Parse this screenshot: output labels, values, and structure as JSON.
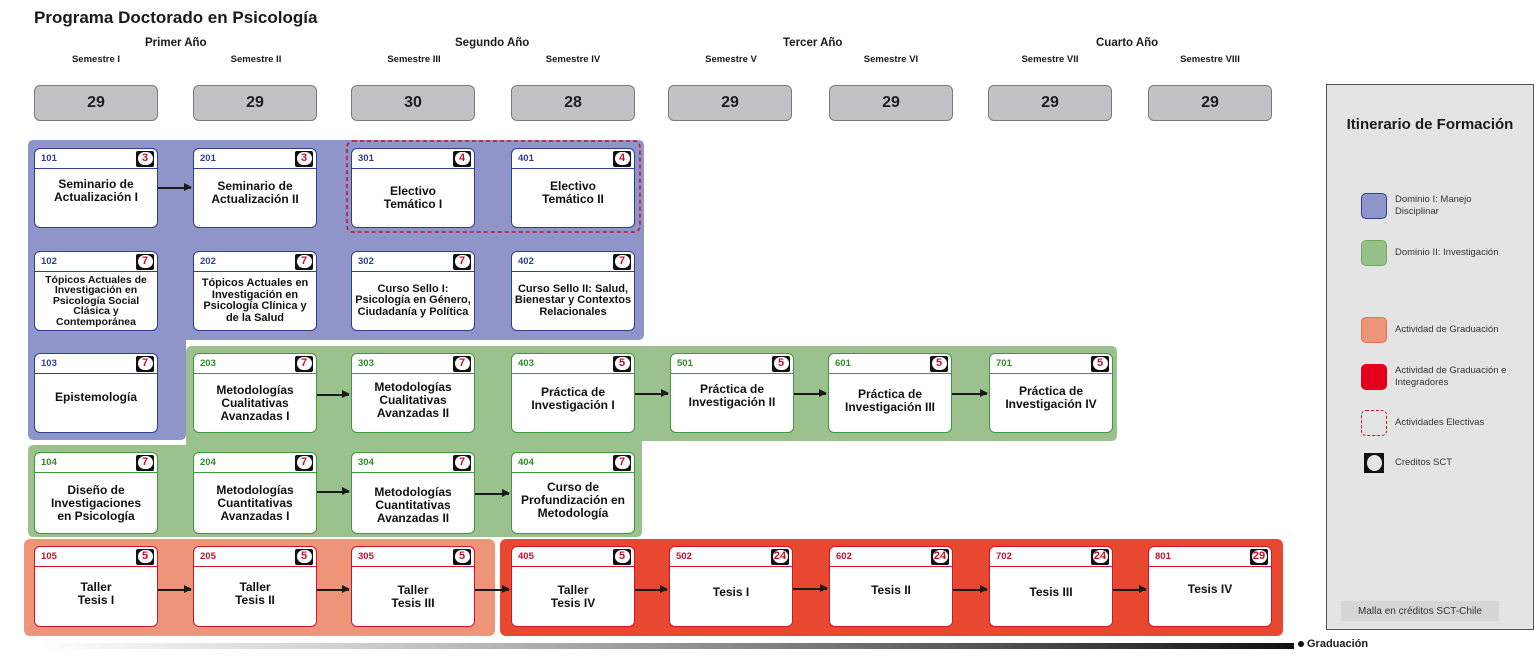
{
  "title": "Programa Doctorado en Psicología",
  "years": [
    {
      "label": "Primer Año"
    },
    {
      "label": "Segundo Año"
    },
    {
      "label": "Tercer Año"
    },
    {
      "label": "Cuarto Año"
    }
  ],
  "semesters": [
    {
      "label": "Semestre I",
      "credits": "29"
    },
    {
      "label": "Semestre II",
      "credits": "29"
    },
    {
      "label": "Semestre III",
      "credits": "30"
    },
    {
      "label": "Semestre IV",
      "credits": "28"
    },
    {
      "label": "Semestre V",
      "credits": "29"
    },
    {
      "label": "Semestre VI",
      "credits": "29"
    },
    {
      "label": "Semestre VII",
      "credits": "29"
    },
    {
      "label": "Semestre VIII",
      "credits": "29"
    }
  ],
  "courses": [
    {
      "code": "101",
      "credits": "3",
      "name": "Seminario de Actualización I",
      "domain": "Dominio I"
    },
    {
      "code": "201",
      "credits": "3",
      "name": "Seminario de Actualización II",
      "domain": "Dominio I"
    },
    {
      "code": "301",
      "credits": "4",
      "name": "Electivo Temático I",
      "domain": "Dominio I",
      "elective": true
    },
    {
      "code": "401",
      "credits": "4",
      "name": "Electivo Temático II",
      "domain": "Dominio I",
      "elective": true
    },
    {
      "code": "102",
      "credits": "7",
      "name": "Tópicos Actuales de Investigación en Psicología Social Clásica y Contemporánea",
      "domain": "Dominio I"
    },
    {
      "code": "202",
      "credits": "7",
      "name": "Tópicos Actuales en Investigación en Psicología Clínica y de la Salud",
      "domain": "Dominio I"
    },
    {
      "code": "302",
      "credits": "7",
      "name": "Curso Sello I: Psicología en Género, Ciudadanía y Política",
      "domain": "Dominio I"
    },
    {
      "code": "402",
      "credits": "7",
      "name": "Curso Sello II: Salud, Bienestar y Contextos Relacionales",
      "domain": "Dominio I"
    },
    {
      "code": "103",
      "credits": "7",
      "name": "Epistemología",
      "domain": "Dominio I"
    },
    {
      "code": "203",
      "credits": "7",
      "name": "Metodologías Cualitativas Avanzadas I",
      "domain": "Dominio II"
    },
    {
      "code": "303",
      "credits": "7",
      "name": "Metodologías Cualitativas Avanzadas II",
      "domain": "Dominio II"
    },
    {
      "code": "403",
      "credits": "5",
      "name": "Práctica de Investigación I",
      "domain": "Dominio II"
    },
    {
      "code": "501",
      "credits": "5",
      "name": "Práctica de Investigación II",
      "domain": "Dominio II"
    },
    {
      "code": "601",
      "credits": "5",
      "name": "Práctica de Investigación III",
      "domain": "Dominio II"
    },
    {
      "code": "701",
      "credits": "5",
      "name": "Práctica de Investigación IV",
      "domain": "Dominio II"
    },
    {
      "code": "104",
      "credits": "7",
      "name": "Diseño de Investigaciones en Psicología",
      "domain": "Dominio II"
    },
    {
      "code": "204",
      "credits": "7",
      "name": "Metodologías Cuantitativas Avanzadas I",
      "domain": "Dominio II"
    },
    {
      "code": "304",
      "credits": "7",
      "name": "Metodologías Cuantitativas Avanzadas II",
      "domain": "Dominio II"
    },
    {
      "code": "404",
      "credits": "7",
      "name": "Curso de Profundización en Metodología",
      "domain": "Dominio II"
    },
    {
      "code": "105",
      "credits": "5",
      "name": "Taller Tesis I",
      "domain": "Actividad de Graduación"
    },
    {
      "code": "205",
      "credits": "5",
      "name": "Taller Tesis II",
      "domain": "Actividad de Graduación"
    },
    {
      "code": "305",
      "credits": "5",
      "name": "Taller Tesis III",
      "domain": "Actividad de Graduación"
    },
    {
      "code": "405",
      "credits": "5",
      "name": "Taller Tesis IV",
      "domain": "Actividad de Graduación e Integradores"
    },
    {
      "code": "502",
      "credits": "24",
      "name": "Tesis I",
      "domain": "Actividad de Graduación e Integradores"
    },
    {
      "code": "602",
      "credits": "24",
      "name": "Tesis II",
      "domain": "Actividad de Graduación e Integradores"
    },
    {
      "code": "702",
      "credits": "24",
      "name": "Tesis III",
      "domain": "Actividad de Graduación e Integradores"
    },
    {
      "code": "801",
      "credits": "29",
      "name": "Tesis IV",
      "domain": "Actividad de Graduación e Integradores"
    }
  ],
  "legend": {
    "title": "Itinerario de Formación",
    "items": [
      {
        "label": "Dominio I: Manejo Disciplinar",
        "color": "#8f95c9"
      },
      {
        "label": "Dominio II: Investigación",
        "color": "#98c08a"
      },
      {
        "label": "Actividad de Graduación",
        "color": "#ee9478"
      },
      {
        "label": "Actividad de Graduación e Integradores",
        "color": "#e3001b"
      },
      {
        "label": "Actividades Electivas",
        "color": "#c8102e"
      },
      {
        "label": "Creditos SCT",
        "color": "#111111"
      }
    ],
    "footer": "Malla en créditos SCT-Chile"
  },
  "graduation_label": "Graduación",
  "colors": {
    "dominio_i": "#8f95c9",
    "dominio_ii": "#9bc18e",
    "graduacion": "#ee9478",
    "graduacion_integradores": "#e8482f",
    "electivas": "#c8102e"
  }
}
